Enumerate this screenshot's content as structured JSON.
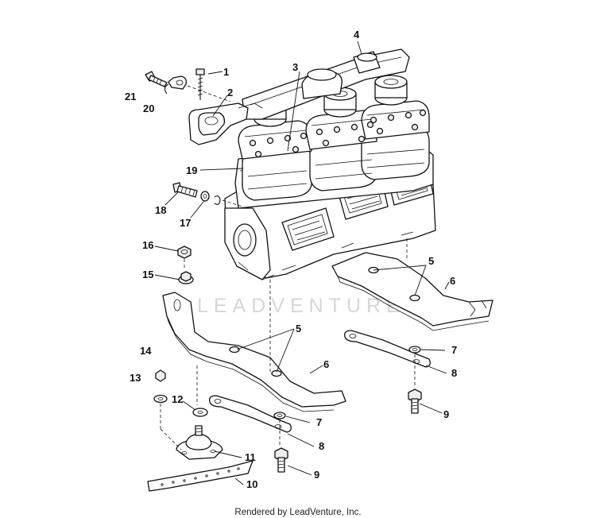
{
  "watermark": "LEADVENTURE",
  "footer": "Rendered by LeadVenture, Inc.",
  "callouts": [
    {
      "key": "c21",
      "text": "21"
    },
    {
      "key": "c20",
      "text": "20"
    },
    {
      "key": "c1",
      "text": "1"
    },
    {
      "key": "c2",
      "text": "2"
    },
    {
      "key": "c3",
      "text": "3"
    },
    {
      "key": "c4",
      "text": "4"
    },
    {
      "key": "c19",
      "text": "19"
    },
    {
      "key": "c18",
      "text": "18"
    },
    {
      "key": "c17",
      "text": "17"
    },
    {
      "key": "c16",
      "text": "16"
    },
    {
      "key": "c15",
      "text": "15"
    },
    {
      "key": "c5a",
      "text": "5"
    },
    {
      "key": "c6a",
      "text": "6"
    },
    {
      "key": "c5b",
      "text": "5"
    },
    {
      "key": "c6b",
      "text": "6"
    },
    {
      "key": "c7a",
      "text": "7"
    },
    {
      "key": "c8a",
      "text": "8"
    },
    {
      "key": "c9a",
      "text": "9"
    },
    {
      "key": "c14",
      "text": "14"
    },
    {
      "key": "c13",
      "text": "13"
    },
    {
      "key": "c12",
      "text": "12"
    },
    {
      "key": "c7b",
      "text": "7"
    },
    {
      "key": "c8b",
      "text": "8"
    },
    {
      "key": "c11",
      "text": "11"
    },
    {
      "key": "c9b",
      "text": "9"
    },
    {
      "key": "c10",
      "text": "10"
    }
  ]
}
